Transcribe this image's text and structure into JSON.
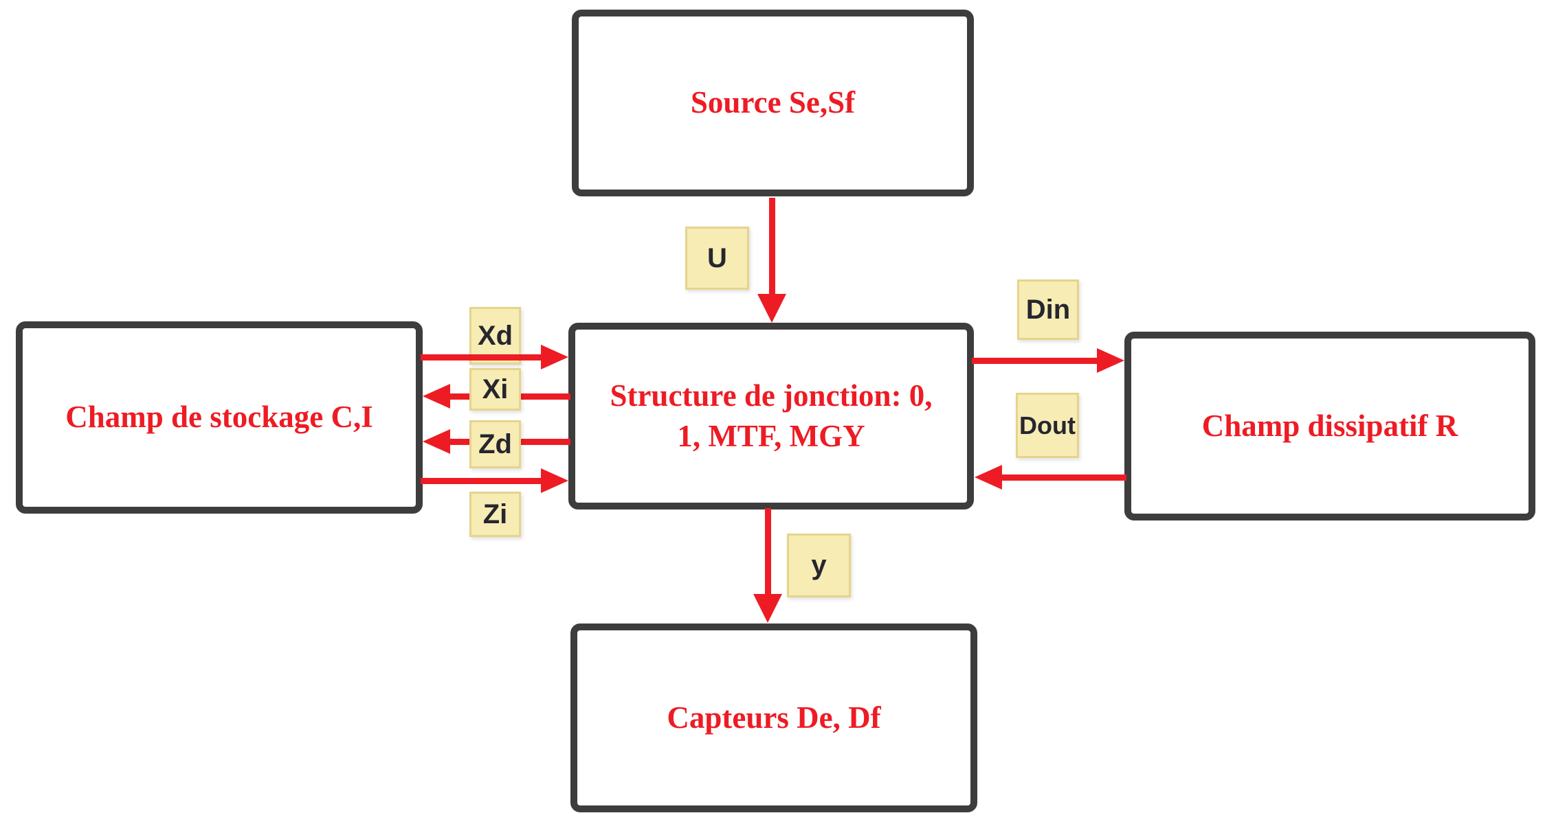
{
  "diagram": {
    "boxes": {
      "source": {
        "label": "Source Se,Sf"
      },
      "stockage": {
        "label": "Champ de stockage C,I"
      },
      "jonction": {
        "lines": [
          "Structure de jonction: 0,",
          "1, MTF, MGY"
        ]
      },
      "dissipatif": {
        "label": "Champ dissipatif R"
      },
      "capteurs": {
        "label": "Capteurs De, Df"
      }
    },
    "labels": {
      "u": "U",
      "xd": "Xd",
      "xi": "Xi",
      "zd": "Zd",
      "zi": "Zi",
      "din": "Din",
      "dout": "Dout",
      "y": "y"
    },
    "colors": {
      "arrow_red": "#ed1c24",
      "box_border": "#3d3d3d",
      "box_text": "#ed1c24",
      "note_bg": "#f7ecb4",
      "note_border": "#e5d48c",
      "note_text": "#26262e"
    }
  }
}
